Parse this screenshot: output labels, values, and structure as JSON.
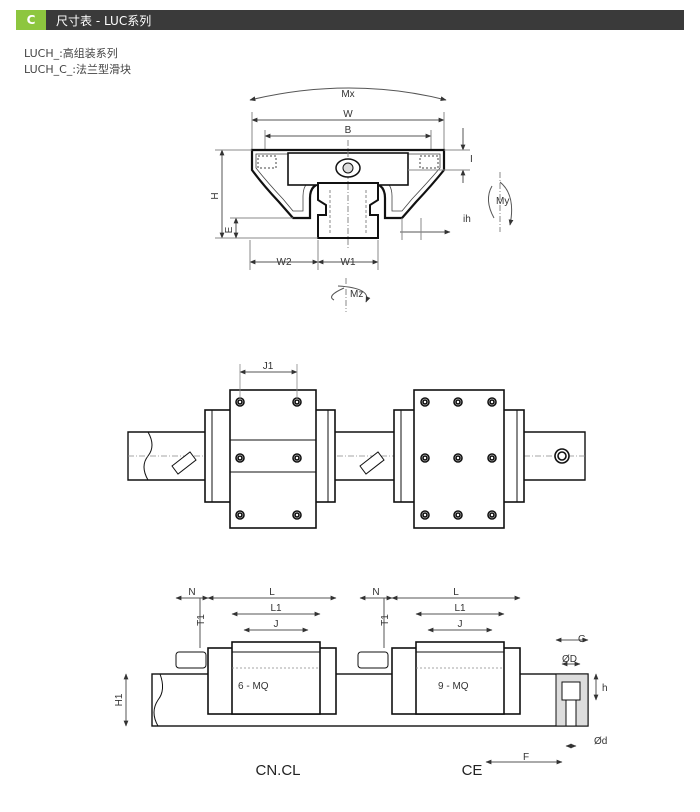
{
  "header": {
    "tag": "C",
    "title": "尺寸表 - LUC系列"
  },
  "legend": [
    "LUCH_:高组装系列",
    "LUCH_C_:法兰型滑块"
  ],
  "front_view": {
    "labels": {
      "mx": "Mx",
      "w": "W",
      "b": "B",
      "h": "H",
      "e": "E",
      "i": "I",
      "ih": "ih",
      "my": "My",
      "w2": "W2",
      "w1": "W1",
      "mz": "Mz"
    }
  },
  "top_view": {
    "labels": {
      "j1": "J1"
    }
  },
  "side_view": {
    "labels": {
      "n": "N",
      "t1": "T1",
      "l": "L",
      "l1": "L1",
      "j": "J",
      "mq6": "6 - MQ",
      "mq9": "9 - MQ",
      "h1": "H1",
      "g": "G",
      "od": "ØD",
      "h": "h",
      "od_small": "Ød",
      "f": "F"
    },
    "captions": {
      "left": "CN.CL",
      "right": "CE"
    }
  }
}
